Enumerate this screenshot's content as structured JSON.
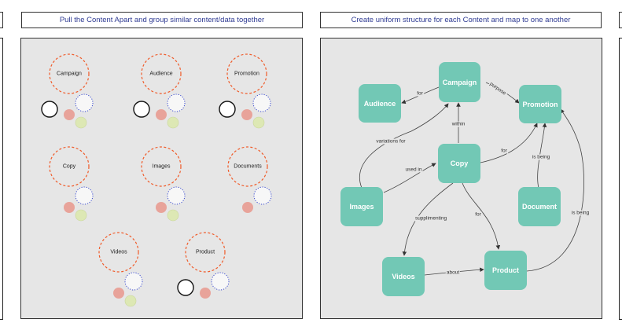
{
  "left_panel": {
    "title": "Pull the Content Apart and group similar content/data together",
    "groups": [
      {
        "label": "Campaign",
        "black_circle": true,
        "green_circle": true
      },
      {
        "label": "Audience",
        "black_circle": true,
        "green_circle": true
      },
      {
        "label": "Promotion",
        "black_circle": true,
        "green_circle": true
      },
      {
        "label": "Copy",
        "black_circle": false,
        "green_circle": true
      },
      {
        "label": "Images",
        "black_circle": false,
        "green_circle": true
      },
      {
        "label": "Documents",
        "black_circle": false,
        "green_circle": false
      },
      {
        "label": "Videos",
        "black_circle": false,
        "green_circle": true
      },
      {
        "label": "Product",
        "black_circle": true,
        "green_circle": false
      }
    ]
  },
  "right_panel": {
    "title": "Create uniform structure for each Content and map to one another",
    "nodes": {
      "campaign": "Campaign",
      "audience": "Audience",
      "promotion": "Promotion",
      "copy": "Copy",
      "images": "Images",
      "document": "Document",
      "videos": "Videos",
      "product": "Product"
    },
    "edge_labels": {
      "for_audience": "for",
      "purpose": "purpose",
      "within": "within",
      "variations_for": "variations for",
      "for_promotion": "for",
      "used_in": "used in",
      "is_being_document": "is being",
      "supplimenting": "supplimenting",
      "for_product": "for",
      "is_being_product": "is being",
      "about": "about"
    }
  },
  "colors": {
    "node_fill": "#72c8b5",
    "dashed_orange": "#f05a28",
    "dotted_blue": "#3a4bd1",
    "salmon": "#e8a39a",
    "pale_green": "#dde8b4",
    "title_text": "#2f3b93"
  }
}
